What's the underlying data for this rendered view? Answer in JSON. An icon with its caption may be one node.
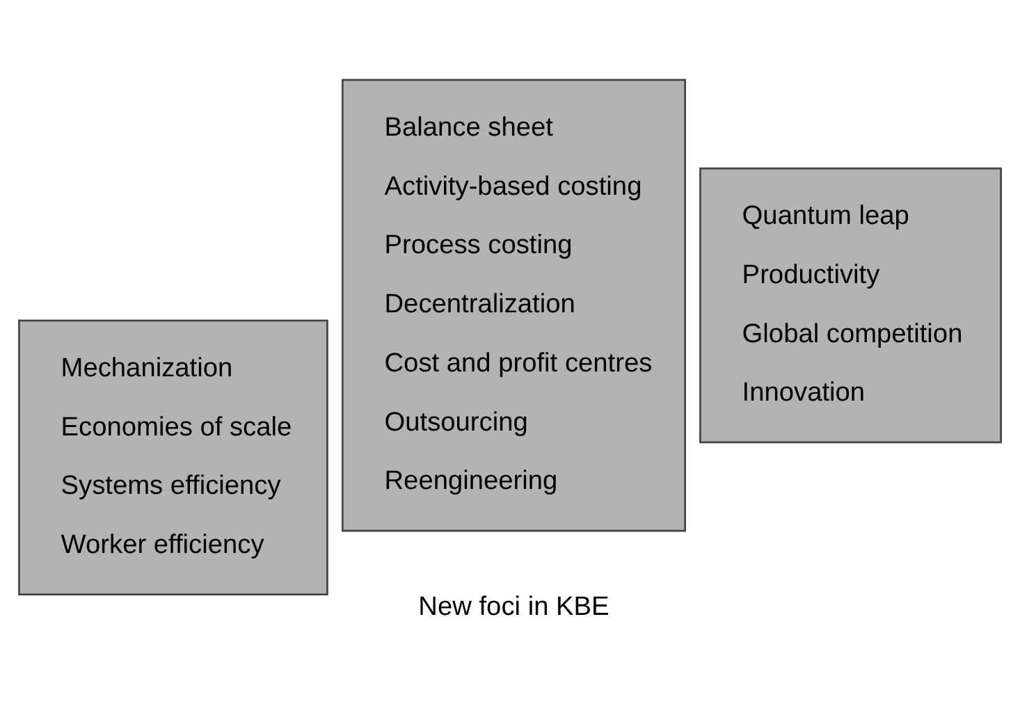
{
  "diagram": {
    "nodes": [
      {
        "text": [
          "Mechanization",
          "Economies of scale",
          "Systems efficiency",
          "Worker efficiency"
        ]
      },
      {
        "text": [
          "Balance sheet",
          "Activity-based costing",
          "Process costing",
          "Decentralization",
          "Cost and profit centres",
          "Outsourcing",
          "Reengineering"
        ]
      },
      {
        "text": [
          "Quantum leap",
          "Productivity",
          "Global competition",
          "Innovation"
        ]
      }
    ],
    "edges": [],
    "labels": [
      "New foci in KBE"
    ]
  }
}
